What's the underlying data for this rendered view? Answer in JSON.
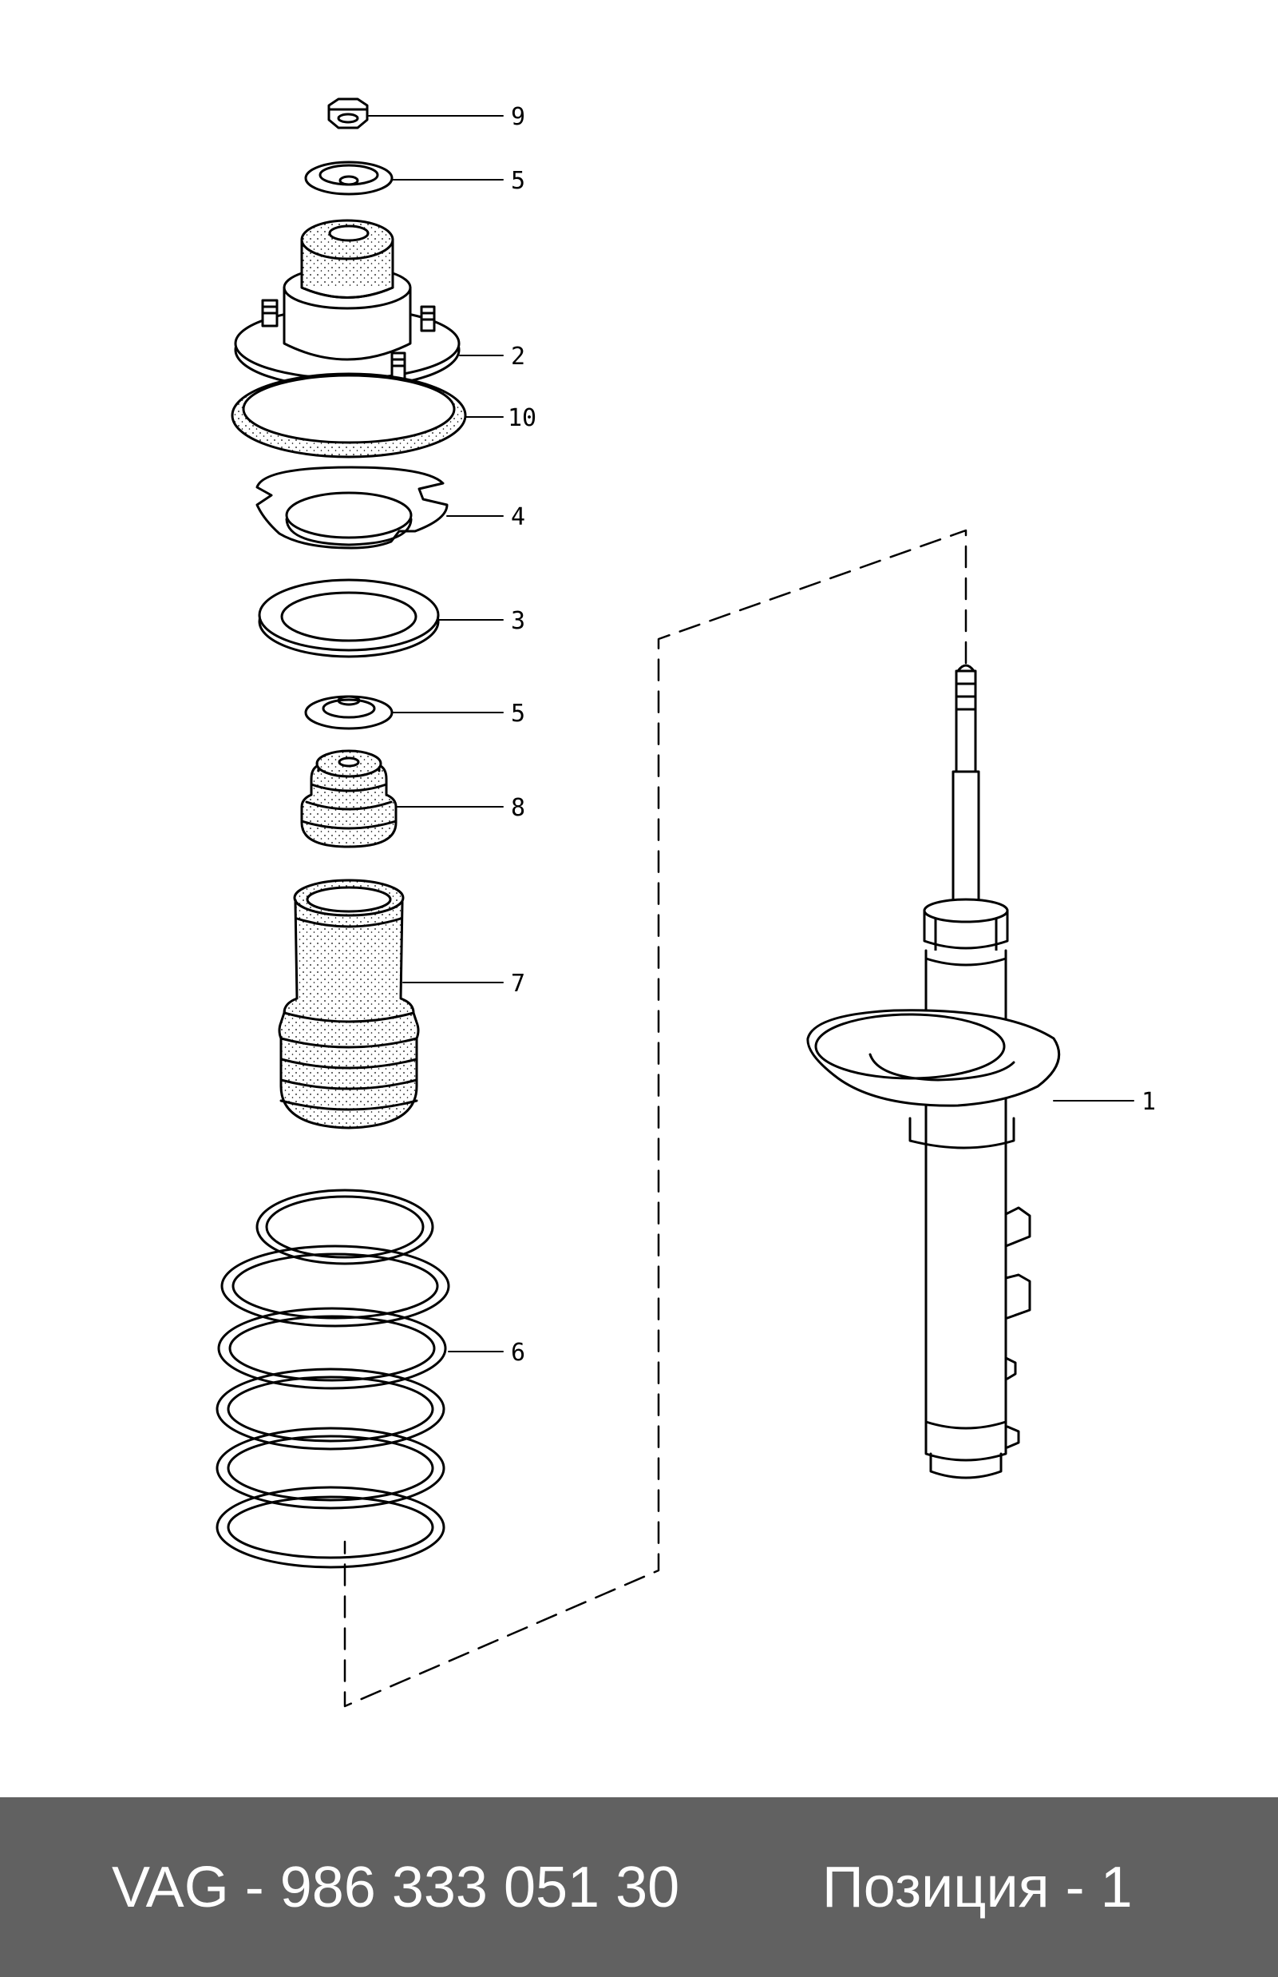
{
  "diagram": {
    "callouts": [
      "9",
      "5",
      "2",
      "10",
      "4",
      "3",
      "5",
      "8",
      "7",
      "6",
      "1"
    ]
  },
  "footer": {
    "part_number": "VAG - 986 333 051 30",
    "position": "Позиция - 1"
  }
}
